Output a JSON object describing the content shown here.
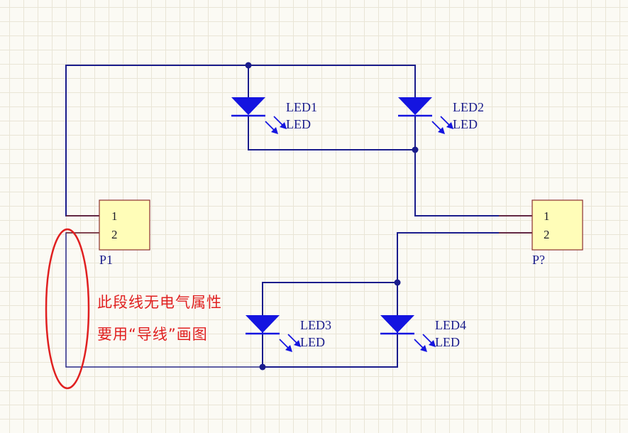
{
  "connectors": [
    {
      "designator": "P1",
      "pins": [
        "1",
        "2"
      ]
    },
    {
      "designator": "P?",
      "pins": [
        "1",
        "2"
      ]
    }
  ],
  "leds": [
    {
      "designator": "LED1",
      "comment": "LED"
    },
    {
      "designator": "LED2",
      "comment": "LED"
    },
    {
      "designator": "LED3",
      "comment": "LED"
    },
    {
      "designator": "LED4",
      "comment": "LED"
    }
  ],
  "annotation": {
    "line1": "此段线无电气属性",
    "line2": "要用“导线”画图",
    "color": "#e02020"
  },
  "colors": {
    "wire": "#1a1c8c",
    "led": "#1414e0",
    "component_fill": "#fffdb8",
    "component_border": "#8c2f2f",
    "background": "#fbfaf4"
  }
}
